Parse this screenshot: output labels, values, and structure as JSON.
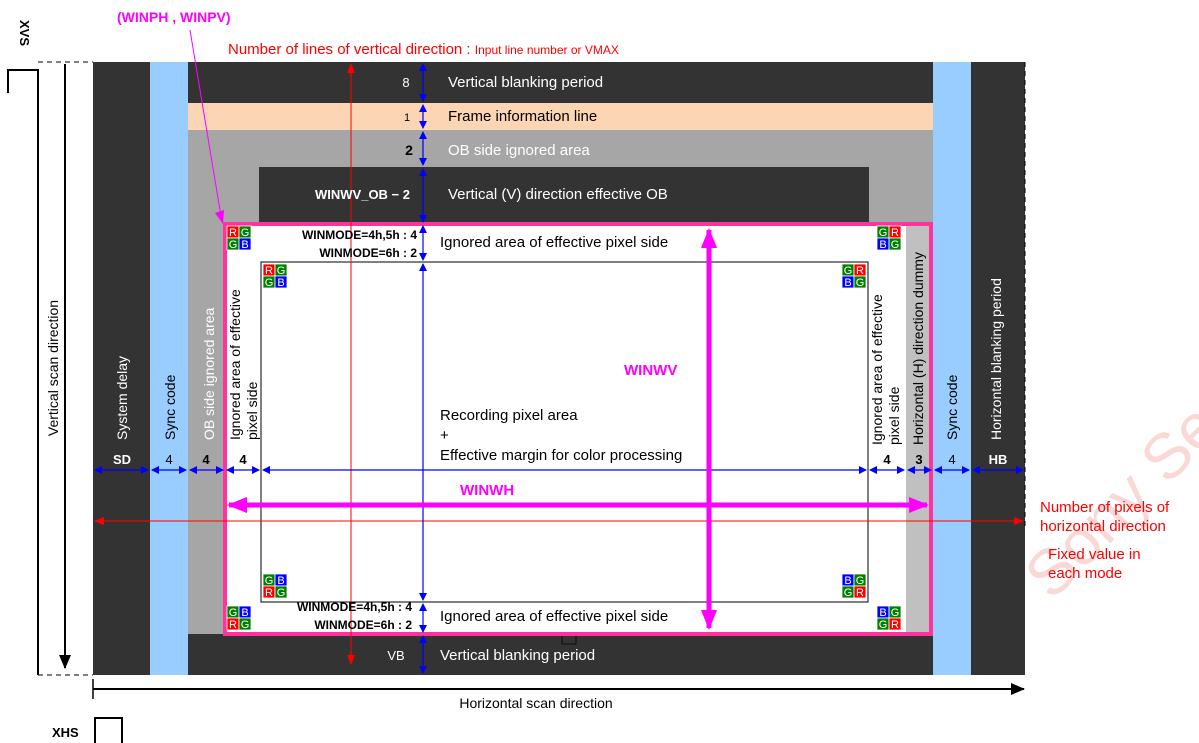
{
  "labels": {
    "winph_winpv": "(WINPH , WINPV)",
    "num_lines_main": "Number of lines of vertical direction : ",
    "num_lines_sub": "Input line number or VMAX",
    "xvs": "XVS",
    "xhs": "XHS",
    "vertical_scan_direction": "Vertical scan direction",
    "horizontal_scan_direction": "Horizontal scan direction",
    "vert_blank_top_num": "8",
    "vert_blank_top": "Vertical blanking period",
    "frame_info_num": "1",
    "frame_info": "Frame information line",
    "ob_ignored_num": "2",
    "ob_ignored": "OB side ignored area",
    "winwv_ob": "WINWV_OB − 2",
    "v_effective_ob": "Vertical (V) direction effective OB",
    "winmode_top_1": "WINMODE=4h,5h : 4",
    "winmode_top_2": "WINMODE=6h : 2",
    "ignored_eff_top": "Ignored area of effective pixel side",
    "winmode_bot_1": "WINMODE=4h,5h : 4",
    "winmode_bot_2": "WINMODE=6h : 2",
    "ignored_eff_bot": "Ignored area of effective pixel side",
    "vb_num": "VB",
    "vert_blank_bot": "Vertical blanking period",
    "system_delay": "System delay",
    "sync_code_left": "Sync code",
    "ob_side_ignored_vert": "OB side ignored area",
    "ign_eff_left_1": "Ignored area of effective",
    "ign_eff_left_2": "pixel side",
    "ign_eff_right_1": "Ignored area of effective",
    "ign_eff_right_2": "pixel side",
    "h_dummy": "Horizontal (H) direction dummy",
    "sync_code_right": "Sync code",
    "h_blank": "Horizontal blanking period",
    "rec_1": "Recording pixel area",
    "rec_2": "+",
    "rec_3": "Effective margin for color processing",
    "winwv": "WINWV",
    "winwh": "WINWH",
    "sd": "SD",
    "n4a": "4",
    "n4b": "4",
    "n4c": "4",
    "n4d": "4",
    "n3": "3",
    "n4e": "4",
    "hb": "HB",
    "num_pixels_1": "Number of pixels of",
    "num_pixels_2": "horizontal direction",
    "fixed_1": "Fixed value in",
    "fixed_2": "each mode",
    "watermark": "Sony Semiconductor Solutions Corporation... only"
  },
  "bayer": {
    "top_left_outer": [
      "R",
      "G",
      "G",
      "B"
    ],
    "top_left_inner": [
      "R",
      "G",
      "G",
      "B"
    ],
    "top_right_inner": [
      "G",
      "R",
      "B",
      "G"
    ],
    "top_right_outer": [
      "G",
      "R",
      "B",
      "G"
    ],
    "bot_left_inner": [
      "G",
      "B",
      "R",
      "G"
    ],
    "bot_left_outer": [
      "G",
      "B",
      "R",
      "G"
    ],
    "bot_right_inner": [
      "B",
      "G",
      "G",
      "R"
    ],
    "bot_right_outer": [
      "B",
      "G",
      "G",
      "R"
    ]
  },
  "colors": {
    "dark": "#333333",
    "gray": "#a6a6a6",
    "light_gray": "#c0c0c0",
    "blue_col": "#99ccff",
    "peach": "#fcd5b4",
    "magenta": "#ff00ff",
    "pink_frame": "#ff3399",
    "red": "#ff0000",
    "arrow_blue": "#0000ff",
    "bayer_r": "#ff0000",
    "bayer_g": "#008000",
    "bayer_b": "#0000ff"
  }
}
